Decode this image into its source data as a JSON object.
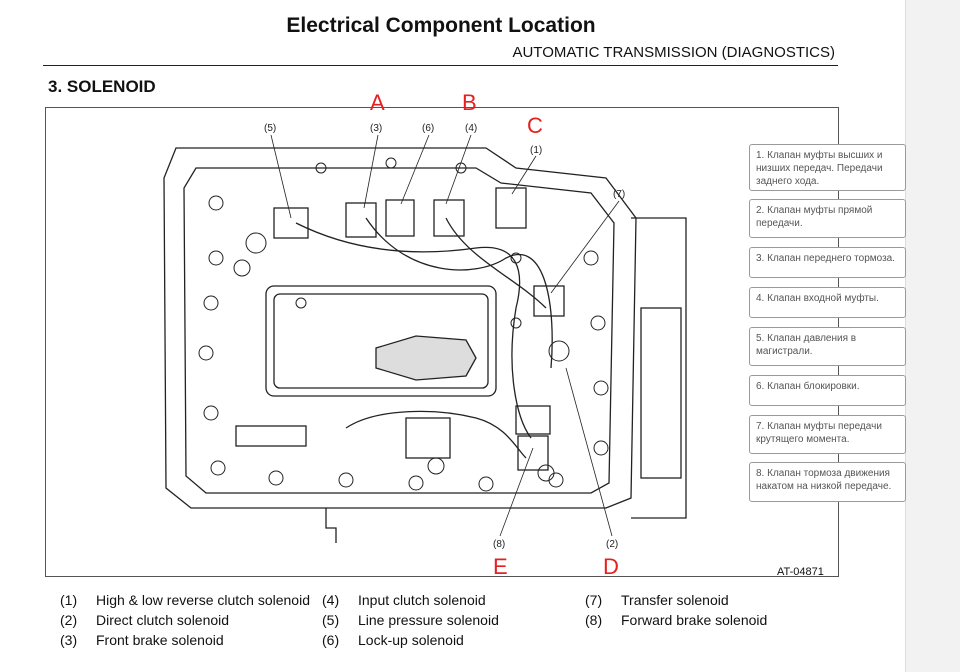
{
  "header": {
    "title": "Electrical Component Location",
    "subtitle": "AUTOMATIC TRANSMISSION (DIAGNOSTICS)",
    "section": "3.  SOLENOID"
  },
  "figure": {
    "id": "AT-04871",
    "red_labels": [
      "A",
      "B",
      "C",
      "D",
      "E"
    ],
    "callouts": [
      "(5)",
      "(3)",
      "(6)",
      "(4)",
      "(1)",
      "(7)",
      "(8)",
      "(2)"
    ]
  },
  "notes": [
    "1. Клапан муфты высших и низших передач. Передачи заднего хода.",
    "2. Клапан муфты прямой передачи.",
    "3. Клапан переднего тормоза.",
    "4. Клапан входной муфты.",
    "5. Клапан давления в магистрали.",
    "6. Клапан блокировки.",
    "7. Клапан муфты передачи крутящего момента.",
    "8. Клапан тормоза движения накатом на низкой передаче."
  ],
  "legend": [
    {
      "num": "(1)",
      "text": "High & low reverse clutch solenoid"
    },
    {
      "num": "(2)",
      "text": "Direct clutch solenoid"
    },
    {
      "num": "(3)",
      "text": "Front brake solenoid"
    },
    {
      "num": "(4)",
      "text": "Input clutch solenoid"
    },
    {
      "num": "(5)",
      "text": "Line pressure solenoid"
    },
    {
      "num": "(6)",
      "text": "Lock-up solenoid"
    },
    {
      "num": "(7)",
      "text": "Transfer solenoid"
    },
    {
      "num": "(8)",
      "text": "Forward brake solenoid"
    }
  ],
  "colors": {
    "annotation": "#e52020"
  }
}
